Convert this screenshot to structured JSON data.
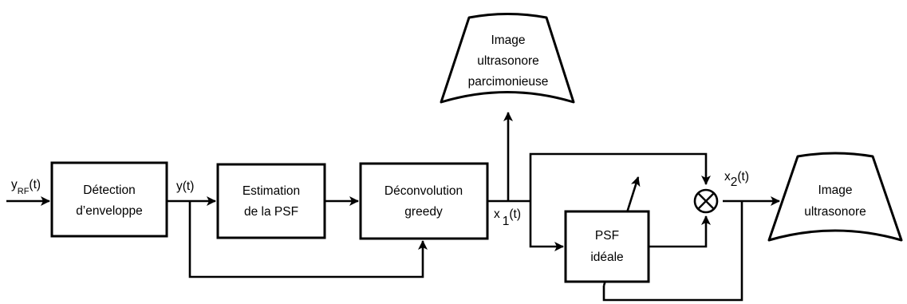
{
  "signals": {
    "y_rf": {
      "main": "y",
      "sub": "RF",
      "arg": "(t)"
    },
    "y": "y(t)",
    "x1": {
      "main": "x",
      "sub": "1",
      "arg": "(t)"
    },
    "x2": {
      "main": "x",
      "sub": "2",
      "arg": "(t)"
    }
  },
  "blocks": {
    "envelope_detection": {
      "line1": "Détection",
      "line2": "d’enveloppe"
    },
    "psf_estimation": {
      "line1": "Estimation",
      "line2": "de la PSF"
    },
    "greedy_deconvolution": {
      "line1": "Déconvolution",
      "line2": "greedy"
    },
    "ideal_psf": {
      "line1": "PSF",
      "line2": "idéale"
    }
  },
  "outputs": {
    "sparse_image": {
      "line1": "Image",
      "line2": "ultrasonore",
      "line3": "parcimonieuse"
    },
    "ultrasound_image": {
      "line1": "Image",
      "line2": "ultrasonore"
    }
  },
  "multiplier_icon": "circle-times-icon"
}
